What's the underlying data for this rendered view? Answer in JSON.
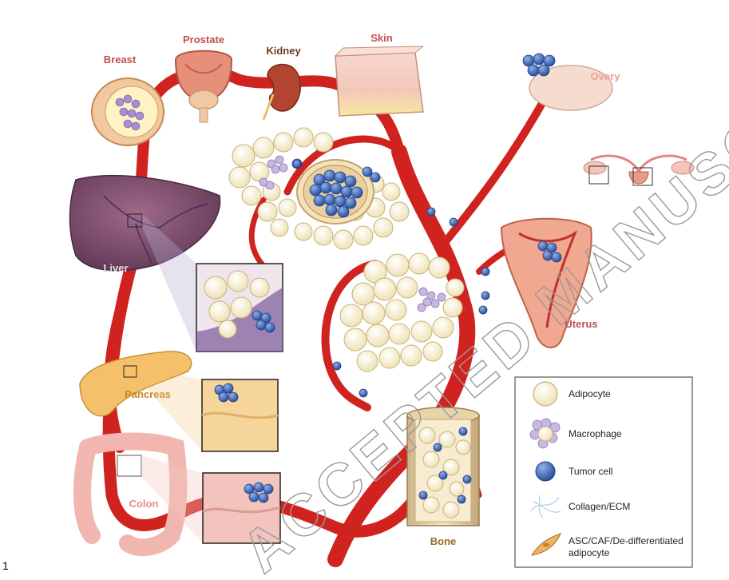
{
  "organs": {
    "breast": "Breast",
    "prostate": "Prostate",
    "kidney": "Kidney",
    "skin": "Skin",
    "ovary": "Ovary",
    "liver": "Liver",
    "uterus": "Uterus",
    "pancreas": "Pancreas",
    "colon": "Colon",
    "bone": "Bone"
  },
  "legend": {
    "items": [
      {
        "label": "Adipocyte",
        "icon": "adipocyte-icon"
      },
      {
        "label": "Macrophage",
        "icon": "macrophage-icon"
      },
      {
        "label": "Tumor cell",
        "icon": "tumor-cell-icon"
      },
      {
        "label": "Collagen/ECM",
        "icon": "collagen-icon"
      },
      {
        "label": "ASC/CAF/De-differentiated",
        "label2": "adipocyte",
        "icon": "asc-caf-icon"
      }
    ]
  },
  "watermark": "ACCEPTED MANUSCRIPT",
  "page_number": "1",
  "colors": {
    "vessel": "#d0231f",
    "organ_label": "#c0504d",
    "kidney_label": "#6b3a1f",
    "adipocyte_fill": "#fbf3d6",
    "tumor_cell": "#3d63b3",
    "macrophage": "#c8b8e0",
    "liver": "#7a4a6a"
  }
}
